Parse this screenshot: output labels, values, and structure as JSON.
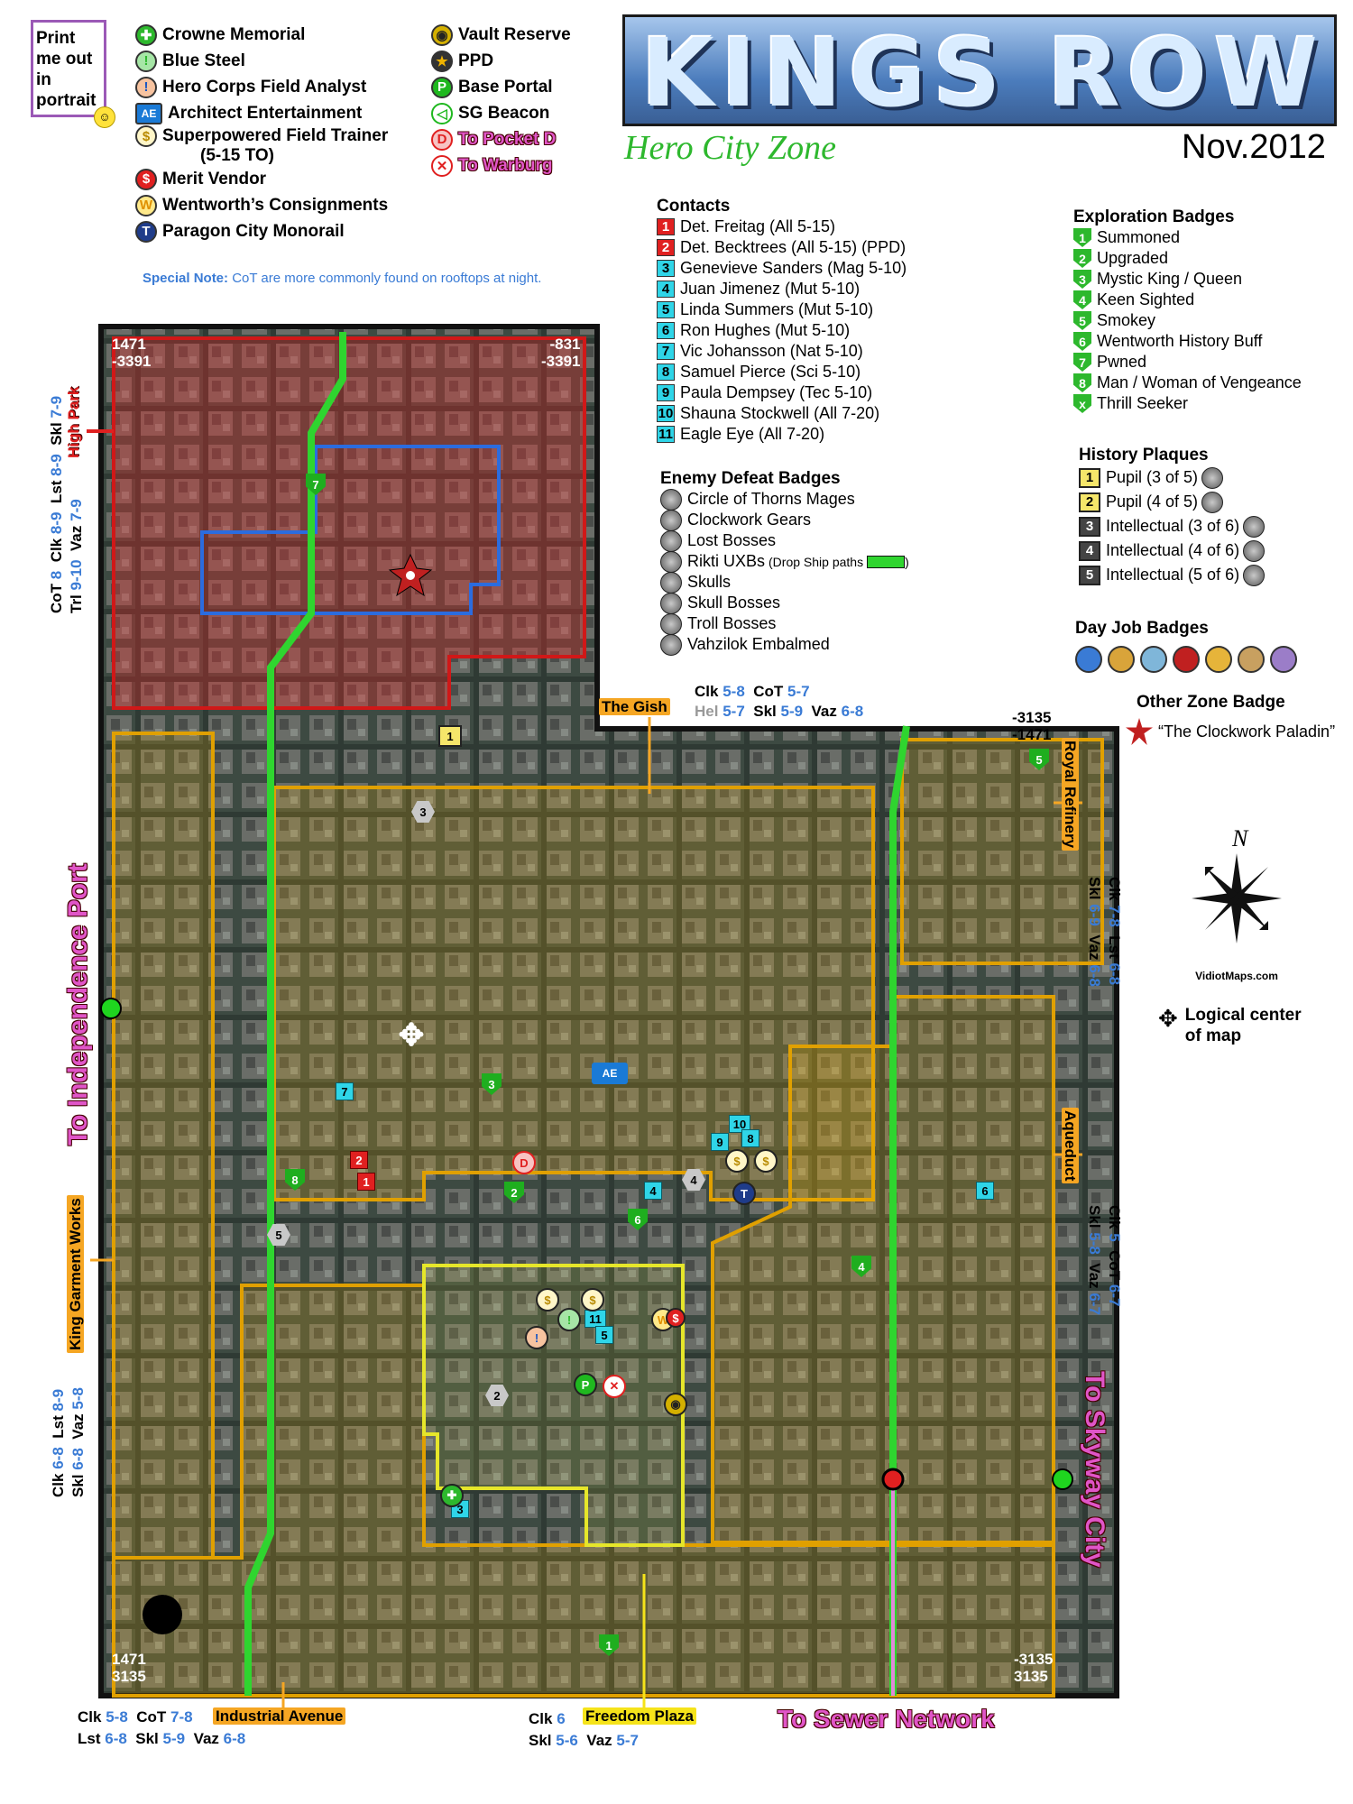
{
  "print_note": "Print me out in portrait",
  "legend_left": [
    {
      "icon": "crowne-memorial-icon",
      "label": "Crowne Memorial"
    },
    {
      "icon": "blue-steel-icon",
      "label": "Blue Steel"
    },
    {
      "icon": "hero-corps-field-analyst-icon",
      "label": "Hero Corps Field Analyst"
    },
    {
      "icon": "architect-entertainment-icon",
      "label": "Architect Entertainment"
    },
    {
      "icon": "trainer-icon",
      "label": "Superpowered Field Trainer",
      "sublabel": "(5-15 TO)"
    },
    {
      "icon": "merit-vendor-icon",
      "label": "Merit Vendor"
    },
    {
      "icon": "wentworths-icon",
      "label": "Wentworth’s Consignments"
    },
    {
      "icon": "monorail-icon",
      "label": "Paragon City Monorail"
    }
  ],
  "legend_right": [
    {
      "icon": "vault-reserve-icon",
      "label": "Vault Reserve"
    },
    {
      "icon": "ppd-icon",
      "label": "PPD"
    },
    {
      "icon": "base-portal-icon",
      "label": "Base Portal"
    },
    {
      "icon": "sg-beacon-icon",
      "label": "SG Beacon"
    },
    {
      "icon": "pocket-d-icon",
      "label": "To Pocket D"
    },
    {
      "icon": "warburg-icon",
      "label": "To Warburg"
    }
  ],
  "special_note": {
    "prefix": "Special Note:",
    "text": " CoT are more commonly found on rooftops at night."
  },
  "title": "KINGS ROW",
  "subtitle": "Hero City Zone",
  "date": "Nov.2012",
  "contacts": {
    "heading": "Contacts",
    "items": [
      {
        "num": "1",
        "name": "Det. Freitag (All 5-15)",
        "style": "red"
      },
      {
        "num": "2",
        "name": "Det. Becktrees (All 5-15) (PPD)",
        "style": "red"
      },
      {
        "num": "3",
        "name": "Genevieve Sanders (Mag 5-10)",
        "style": "cyan"
      },
      {
        "num": "4",
        "name": "Juan Jimenez (Mut 5-10)",
        "style": "cyan"
      },
      {
        "num": "5",
        "name": "Linda Summers (Mut 5-10)",
        "style": "cyan"
      },
      {
        "num": "6",
        "name": "Ron Hughes (Mut 5-10)",
        "style": "cyan"
      },
      {
        "num": "7",
        "name": "Vic Johansson (Nat 5-10)",
        "style": "cyan"
      },
      {
        "num": "8",
        "name": "Samuel Pierce (Sci 5-10)",
        "style": "cyan"
      },
      {
        "num": "9",
        "name": "Paula Dempsey (Tec 5-10)",
        "style": "cyan"
      },
      {
        "num": "10",
        "name": "Shauna Stockwell (All 7-20)",
        "style": "cyan"
      },
      {
        "num": "11",
        "name": "Eagle Eye (All 7-20)",
        "style": "cyan"
      }
    ]
  },
  "enemy_badges": {
    "heading": "Enemy Defeat Badges",
    "items": [
      "Circle of Thorns Mages",
      "Clockwork Gears",
      "Lost Bosses",
      "Rikti UXBs",
      "Skulls",
      "Skull Bosses",
      "Troll Bosses",
      "Vahzilok Embalmed"
    ],
    "rikti_note": "(Drop Ship paths"
  },
  "exploration": {
    "heading": "Exploration Badges",
    "items": [
      {
        "num": "1",
        "name": "Summoned"
      },
      {
        "num": "2",
        "name": "Upgraded"
      },
      {
        "num": "3",
        "name": "Mystic King / Queen"
      },
      {
        "num": "4",
        "name": "Keen Sighted"
      },
      {
        "num": "5",
        "name": "Smokey"
      },
      {
        "num": "6",
        "name": "Wentworth History Buff"
      },
      {
        "num": "7",
        "name": "Pwned"
      },
      {
        "num": "8",
        "name": "Man / Woman of Vengeance"
      },
      {
        "num": "x",
        "name": "Thrill Seeker"
      }
    ]
  },
  "history": {
    "heading": "History Plaques",
    "items": [
      {
        "num": "1",
        "name": "Pupil (3 of 5)",
        "color": "#f5e66a"
      },
      {
        "num": "2",
        "name": "Pupil (4 of 5)",
        "color": "#f5e66a"
      },
      {
        "num": "3",
        "name": "Intellectual (3 of 6)",
        "color": "#444444"
      },
      {
        "num": "4",
        "name": "Intellectual (4 of 6)",
        "color": "#444444"
      },
      {
        "num": "5",
        "name": "Intellectual (5 of 6)",
        "color": "#444444"
      }
    ]
  },
  "day_job": {
    "heading": "Day Job Badges"
  },
  "other_zone": {
    "heading": "Other Zone Badge",
    "name": "“The Clockwork Paladin”"
  },
  "compass": {
    "site": "VidiotMaps.com",
    "letter": "N"
  },
  "logical_center": "Logical center of map",
  "coords": {
    "tl": [
      "1471",
      "-3391"
    ],
    "tr": [
      "-831",
      "-3391"
    ],
    "mr": [
      "-3135",
      "-1471"
    ],
    "bl": [
      "1471",
      "3135"
    ],
    "br": [
      "-3135",
      "3135"
    ]
  },
  "zones": {
    "high_park": "High Park",
    "gish": "The Gish",
    "royal_refinery": "Royal Refinery",
    "aqueduct": "Aqueduct",
    "king_garment": "King Garment Works",
    "industrial": "Industrial Avenue",
    "freedom": "Freedom Plaza"
  },
  "exits": {
    "independence": "To Independence Port",
    "skyway": "To Skyway City",
    "sewer": "To Sewer Network"
  },
  "levels": {
    "high_park": [
      "CoT",
      "8",
      "Clk",
      "8-9",
      "Lst",
      "8-9",
      "Skl",
      "7-9",
      "Trl",
      "9-10",
      "Vaz",
      "7-9"
    ],
    "gish": [
      "Clk",
      "5-8",
      "CoT",
      "5-7",
      "Hel",
      "5-7",
      "Skl",
      "5-9",
      "Vaz",
      "6-8"
    ],
    "royal": [
      "Clk",
      "7-8",
      "Lst",
      "6-8",
      "Skl",
      "6-9",
      "Vaz",
      "6-8"
    ],
    "aqueduct": [
      "Clk",
      "5",
      "CoT",
      "6-7",
      "Skl",
      "5-8",
      "Vaz",
      "6-7"
    ],
    "king_garment": [
      "Clk",
      "6-8",
      "Lst",
      "8-9",
      "Skl",
      "6-8",
      "Vaz",
      "5-8"
    ],
    "industrial": [
      "Clk",
      "5-8",
      "CoT",
      "7-8",
      "Lst",
      "6-8",
      "Skl",
      "5-9",
      "Vaz",
      "6-8"
    ],
    "freedom": [
      "Clk",
      "6",
      "Skl",
      "5-6",
      "Vaz",
      "5-7"
    ]
  }
}
